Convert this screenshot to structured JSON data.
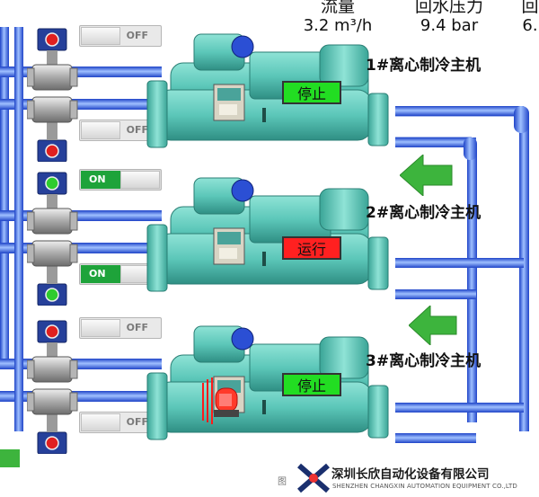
{
  "header": {
    "flow": {
      "label": "流量",
      "value": "3.2 m³/h"
    },
    "return_pressure": {
      "label": "回水压力",
      "value": "9.4 bar"
    },
    "third": {
      "label": "回",
      "value": "6."
    }
  },
  "chillers": [
    {
      "name": "1#离心制冷主机",
      "status": "停止",
      "status_color": "#22dd22",
      "valve_top": "OFF",
      "valve_bottom": "OFF"
    },
    {
      "name": "2#离心制冷主机",
      "status": "运行",
      "status_color": "#ff2020",
      "valve_top": "ON",
      "valve_bottom": "ON"
    },
    {
      "name": "3#离心制冷主机",
      "status": "停止",
      "status_color": "#22dd22",
      "valve_top": "OFF",
      "valve_bottom": "OFF"
    }
  ],
  "footer": {
    "company": "深圳长欣自动化设备有限公司",
    "company_en": "SHENZHEN CHANGXIN AUTOMATION EQUIPMENT CO.,LTD",
    "mark": "图"
  },
  "colors": {
    "pipe_blue": "#2a5be0",
    "machine_teal": "#5cc7b9",
    "arrow_green": "#3db43d",
    "on_green": "#1ea33a"
  }
}
